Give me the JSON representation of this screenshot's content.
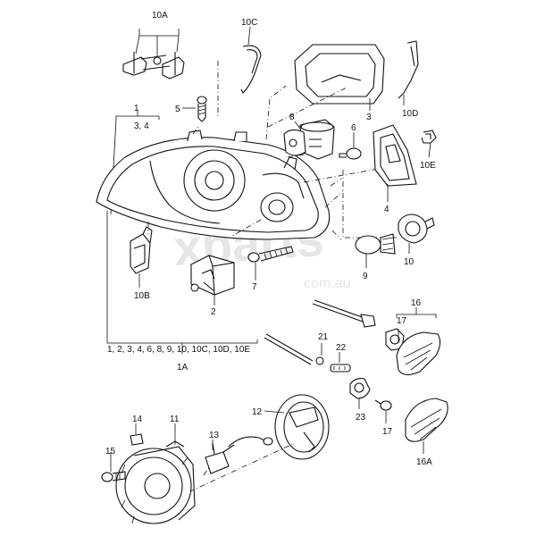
{
  "watermark": {
    "brand": "xparts",
    "domain": "com.au"
  },
  "labels": {
    "l10A": "10A",
    "l10C": "10C",
    "l10D": "10D",
    "l10E": "10E",
    "l5": "5",
    "l1": "1",
    "l34": "3, 4",
    "l3": "3",
    "l8": "8",
    "l6": "6",
    "l4": "4",
    "l10": "10",
    "l9": "9",
    "l7": "7",
    "l2": "2",
    "l10B": "10B",
    "l16": "16",
    "l17a": "17",
    "l17b": "17",
    "l21": "21",
    "l22": "22",
    "l23": "23",
    "l1list": "1, 2, 3, 4, 6, 8, 9, 10, 10C, 10D, 10E",
    "l1A": "1A",
    "l14": "14",
    "l11": "11",
    "l12": "12",
    "l13": "13",
    "l15": "15",
    "l16A": "16A"
  }
}
